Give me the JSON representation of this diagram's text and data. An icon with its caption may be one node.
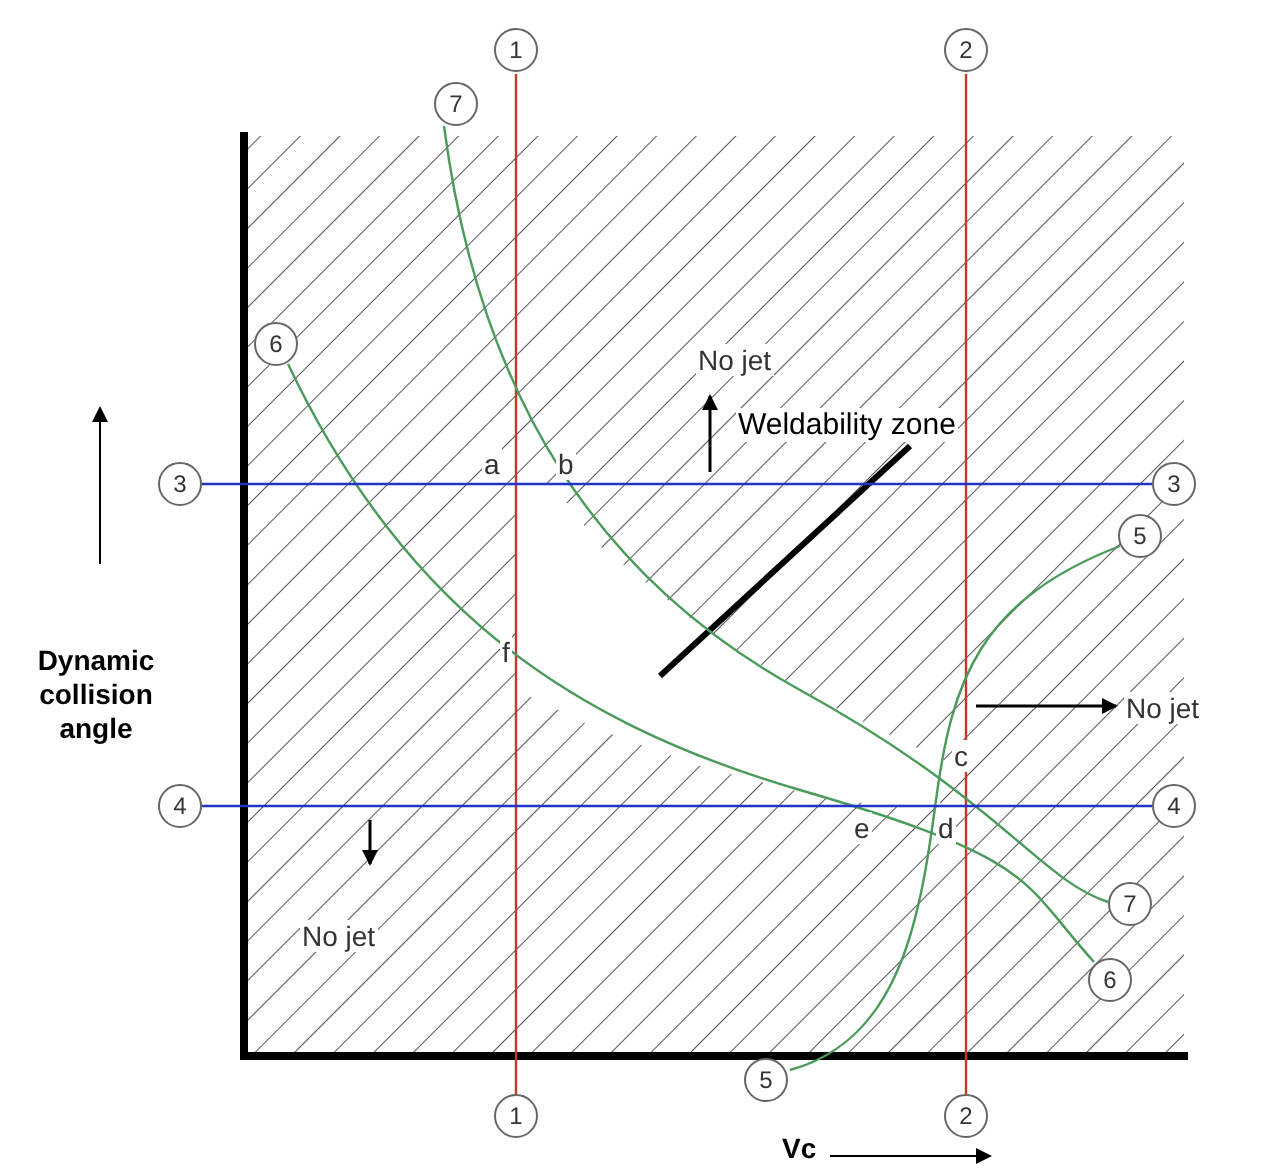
{
  "diagram": {
    "nodes": [
      {
        "text": [
          "1"
        ]
      },
      {
        "text": [
          "2"
        ]
      },
      {
        "text": [
          "7"
        ]
      },
      {
        "text": [
          "6"
        ]
      },
      {
        "text": [
          "Weldability zone"
        ]
      },
      {
        "text": [
          "3"
        ]
      },
      {
        "text": [
          "3"
        ]
      },
      {
        "text": [
          "5"
        ]
      },
      {
        "text": [
          "4"
        ]
      },
      {
        "text": [
          "4"
        ]
      },
      {
        "text": [
          "7"
        ]
      },
      {
        "text": [
          "6"
        ]
      },
      {
        "text": [
          "5"
        ]
      },
      {
        "text": [
          "1"
        ]
      },
      {
        "text": [
          "2"
        ]
      }
    ],
    "edges": [
      {
        "from": 4,
        "to": null,
        "arrow": "none",
        "style": "thick",
        "color": "#000000"
      },
      {
        "from": 0,
        "to": 13,
        "arrow": "none",
        "color": "#c0392b"
      },
      {
        "from": 1,
        "to": 14,
        "arrow": "none",
        "color": "#c0392b"
      },
      {
        "from": 2,
        "to": 10,
        "arrow": "none",
        "color": "#4a9a5a"
      },
      {
        "from": 3,
        "to": 11,
        "arrow": "none",
        "color": "#4a9a5a"
      },
      {
        "from": 5,
        "to": 6,
        "arrow": "none",
        "color": "#2233cc"
      },
      {
        "from": 7,
        "to": 12,
        "arrow": "none",
        "color": "#4a9a5a"
      },
      {
        "from": 8,
        "to": 9,
        "arrow": "none",
        "color": "#2233cc"
      }
    ],
    "labels": [
      "No jet",
      "a",
      "b",
      "Dynamic collision angle",
      "f",
      "c",
      "No jet",
      "e",
      "d",
      "No jet",
      "Vc"
    ]
  }
}
